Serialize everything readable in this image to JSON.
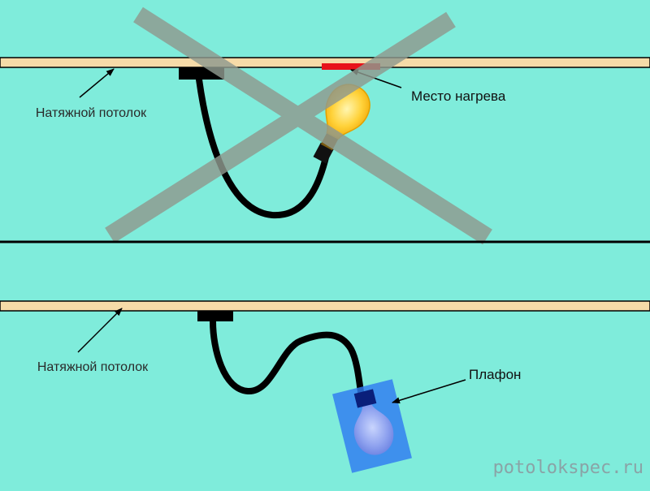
{
  "colors": {
    "background": "#7fecdb",
    "ceiling_fill": "#f6dba8",
    "heat_spot": "#e8131a",
    "cross": "#8f9a8f",
    "shade": "#2f7bf0"
  },
  "top_panel": {
    "ceiling_label": "Натяжной потолок",
    "heat_label": "Место нагрева",
    "status": "crossed-out"
  },
  "bottom_panel": {
    "ceiling_label": "Натяжной потолок",
    "shade_label": "Плафон"
  },
  "watermark": "potolokspec.ru"
}
